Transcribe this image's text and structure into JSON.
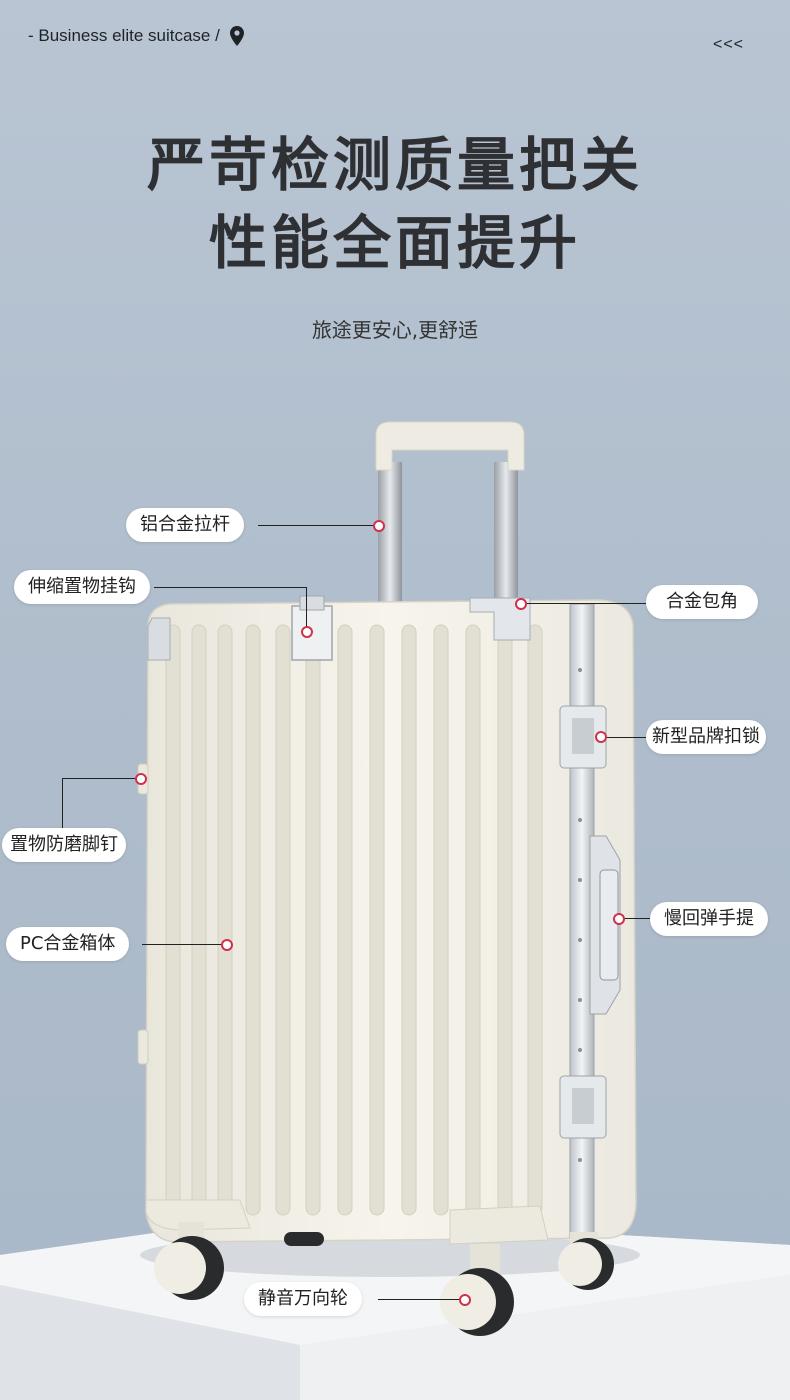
{
  "header": {
    "breadcrumb": "- Business elite suitcase /",
    "back_label": "<<<"
  },
  "hero": {
    "title_line1": "严苛检测质量把关",
    "title_line2": "性能全面提升",
    "subtitle": "旅途更安心,更舒适"
  },
  "features": {
    "handle_rod": "铝合金拉杆",
    "hook": "伸缩置物挂钩",
    "corner": "合金包角",
    "lock": "新型品牌扣锁",
    "feet": "置物防磨脚钉",
    "body": "PC合金箱体",
    "side_handle": "慢回弹手提",
    "wheels": "静音万向轮"
  },
  "colors": {
    "background": "#b9c5d3",
    "accent_dot": "#d0314a",
    "suitcase": "#f2f0e6",
    "frame": "#d9dde2"
  }
}
